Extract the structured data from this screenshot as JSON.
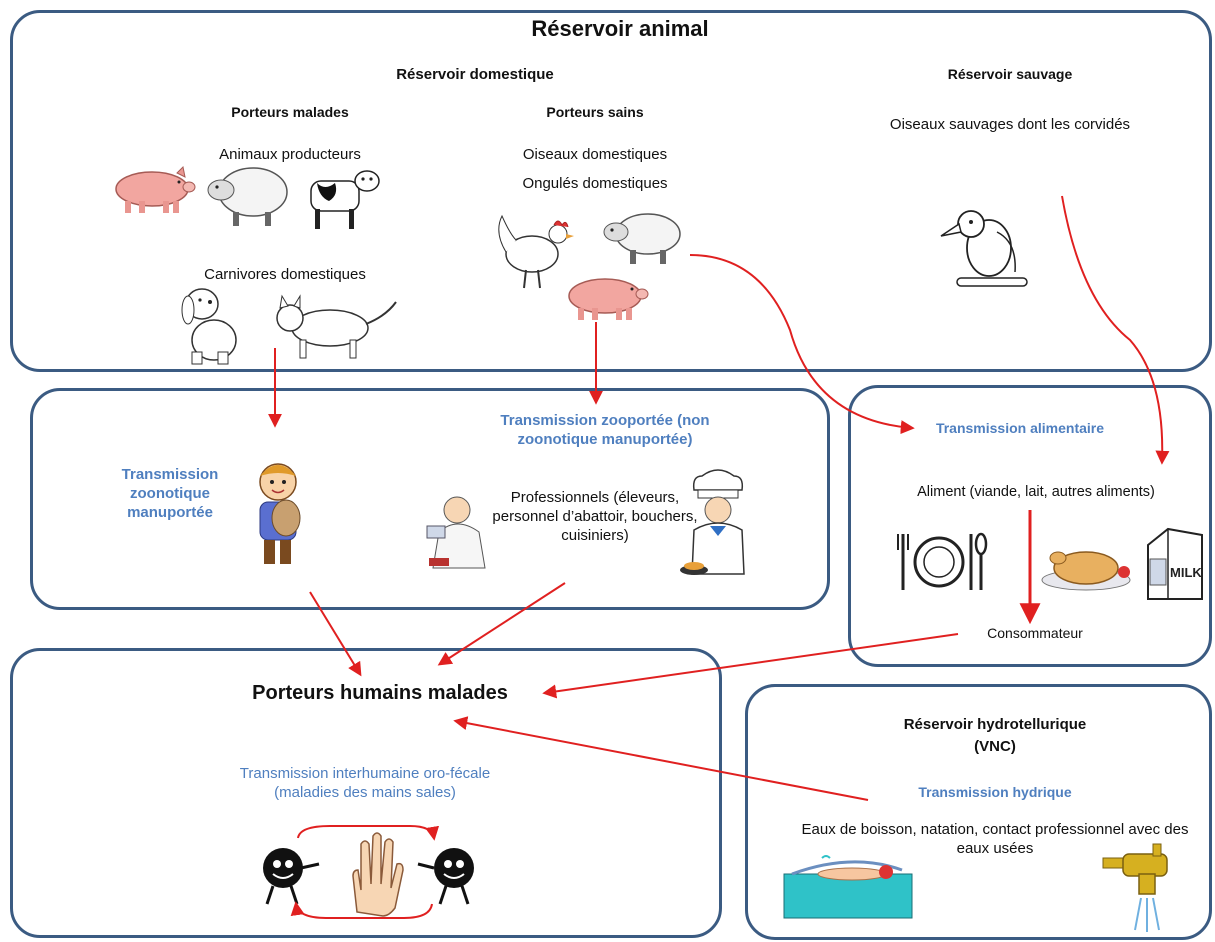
{
  "animal_reservoir": {
    "title": "Réservoir animal",
    "domestic": {
      "title": "Réservoir domestique",
      "sick_carriers": "Porteurs malades",
      "producer_animals": "Animaux producteurs",
      "domestic_carnivores": "Carnivores domestiques",
      "healthy_carriers": "Porteurs sains",
      "domestic_birds": "Oiseaux domestiques",
      "domestic_ungulates": "Ongulés domestiques"
    },
    "wild": {
      "title": "Réservoir sauvage",
      "birds": "Oiseaux sauvages dont les corvidés"
    }
  },
  "zoonotic_box": {
    "manual_title": "Transmission zoonotique manuportée",
    "zooported_title": "Transmission zooportée (non zoonotique manuportée)",
    "professionals": "Professionnels (éleveurs, personnel d’abattoir, bouchers, cuisiniers)"
  },
  "food_box": {
    "title": "Transmission alimentaire",
    "foods": "Aliment (viande, lait, autres aliments)",
    "consumer": "Consommateur",
    "milk_label": "MILK"
  },
  "human_box": {
    "title": "Porteurs humains malades",
    "interhuman": "Transmission interhumaine oro-fécale (maladies des mains sales)"
  },
  "hydro_box": {
    "title": "Réservoir hydrotellurique",
    "subtitle": "(VNC)",
    "transmission": "Transmission hydrique",
    "sources": "Eaux de boisson, natation, contact professionnel avec des eaux usées"
  },
  "colors": {
    "border": "#3b5b82",
    "arrow": "#e02020",
    "accent_text": "#4f7fbf"
  },
  "icons": [
    "pig-icon",
    "sheep-icon",
    "cow-icon",
    "dog-icon",
    "cat-icon",
    "rooster-icon",
    "crow-icon",
    "child-with-cat-icon",
    "butcher-icon",
    "chef-icon",
    "cutlery-plate-icon",
    "roast-chicken-icon",
    "milk-carton-icon",
    "germ-character-icon",
    "dirty-hand-icon",
    "swimmer-icon",
    "tap-icon"
  ]
}
